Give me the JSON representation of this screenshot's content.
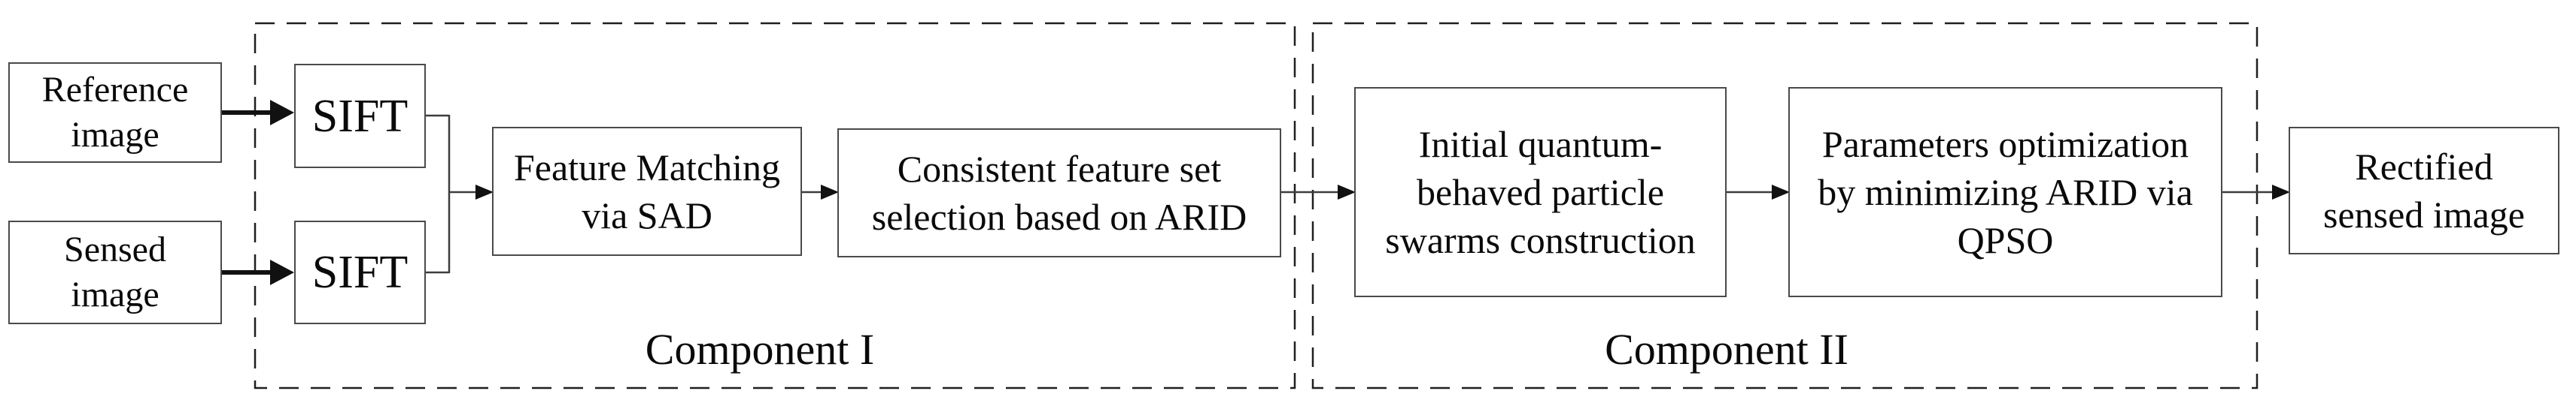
{
  "diagram": {
    "boxes": {
      "reference": {
        "lines": [
          "Reference",
          "image"
        ]
      },
      "sensed": {
        "lines": [
          "Sensed",
          "image"
        ]
      },
      "sift_top": {
        "label": "SIFT"
      },
      "sift_bottom": {
        "label": "SIFT"
      },
      "feature_matching": {
        "lines": [
          "Feature Matching",
          "via SAD"
        ]
      },
      "consistent_selection": {
        "lines": [
          "Consistent feature set",
          "selection based on ARID"
        ]
      },
      "swarm_construction": {
        "lines": [
          "Initial quantum-",
          "behaved particle",
          "swarms construction"
        ]
      },
      "parameter_optimization": {
        "lines": [
          "Parameters optimization",
          "by minimizing ARID via",
          "QPSO"
        ]
      },
      "rectified": {
        "lines": [
          "Rectified",
          "sensed image"
        ]
      }
    },
    "containers": {
      "component1": {
        "label": "Component I"
      },
      "component2": {
        "label": "Component II"
      }
    },
    "colors": {
      "line": "#3d3d3d",
      "dashed_border": "#1f1f1f",
      "box_border": "#4a4a4a",
      "text": "#0a0a0a",
      "background": "#ffffff"
    }
  }
}
